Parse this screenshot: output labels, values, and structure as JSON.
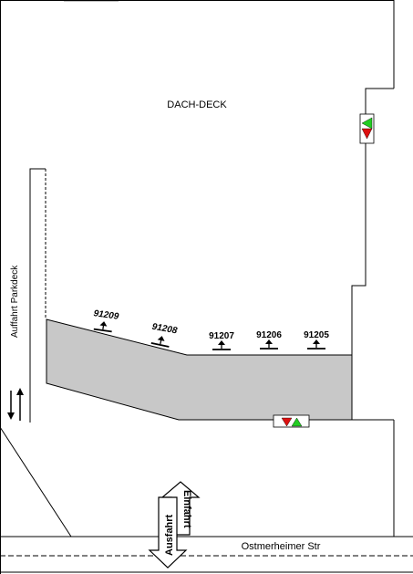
{
  "labels": {
    "roof_deck": "DACH-DECK",
    "ramp": "Auffahrt Parkdeck",
    "street": "Ostmerheimer Str",
    "entry": "Einfahrt",
    "exit": "Ausfahrt"
  },
  "spots": [
    {
      "id": "91209"
    },
    {
      "id": "91208"
    },
    {
      "id": "91207"
    },
    {
      "id": "91206"
    },
    {
      "id": "91205"
    }
  ],
  "colors": {
    "parking_area": "#c8c8c8",
    "signal_green": "#22cc22",
    "signal_red": "#dd1111",
    "lines": "#000000"
  },
  "icons": [
    "up-arrow-icon",
    "bidirectional-arrow-icon",
    "traffic-signal-icon"
  ]
}
